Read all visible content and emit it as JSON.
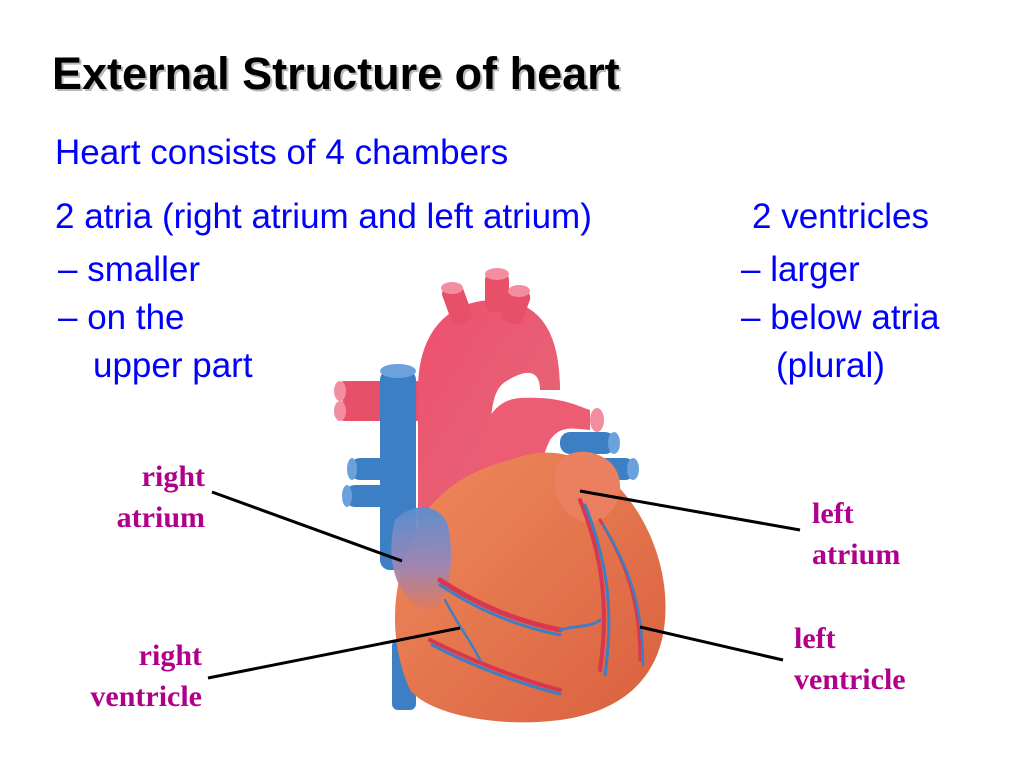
{
  "title": "External Structure of heart",
  "intro": "Heart consists of 4 chambers",
  "atria": {
    "heading": "2 atria (right atrium and left atrium)",
    "bullets": [
      "– smaller",
      "– on the"
    ],
    "continuation": "upper part"
  },
  "ventricles": {
    "heading": "2 ventricles",
    "bullets": [
      "– larger",
      "– below atria"
    ],
    "continuation": "(plural)"
  },
  "labels": {
    "right_atrium": [
      "right",
      "atrium"
    ],
    "left_atrium": [
      "left",
      "atrium"
    ],
    "right_ventricle": [
      "right",
      "ventricle"
    ],
    "left_ventricle": [
      "left",
      "ventricle"
    ]
  },
  "colors": {
    "text_blue": "#0000ff",
    "label_magenta": "#b0008a",
    "artery_red": "#e8506a",
    "vein_blue": "#3d7fc4",
    "muscle_orange": "#e87a52"
  }
}
